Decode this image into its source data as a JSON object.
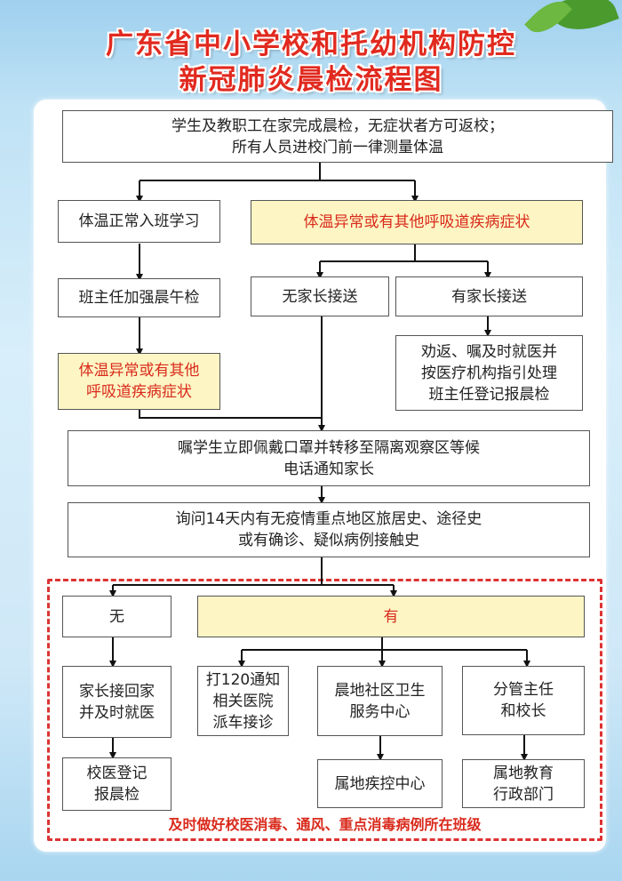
{
  "title": {
    "line1": "广东省中小学校和托幼机构防控",
    "line2": "新冠肺炎晨检流程图"
  },
  "steps": {
    "start": "学生及教职工在家完成晨检，无症状者方可返校；\n所有人员进校门前一律测量体温",
    "normal": "体温正常入班学习",
    "abnormal": "体温异常或有其他呼吸道疾病症状",
    "teacher_check": "班主任加强晨午检",
    "no_parent": "无家长接送",
    "has_parent": "有家长接送",
    "abnormal_later": "体温异常或有其他\n呼吸道疾病症状",
    "advise": "劝返、嘱及时就医并\n按医疗机构指引处理\n班主任登记报晨检",
    "isolate": "嘱学生立即佩戴口罩并转移至隔离观察区等候\n电话通知家长",
    "inquire": "询问14天内有无疫情重点地区旅居史、途径史\n或有确诊、疑似病例接触史",
    "none": "无",
    "yes": "有",
    "parent_home": "家长接回家\n并及时就医",
    "doctor_register": "校医登记\n报晨检",
    "call_120": "打120通知\n相关医院\n派车接诊",
    "community": "晨地社区卫生\n服务中心",
    "director": "分管主任\n和校长",
    "cdc": "属地疾控中心",
    "edu_dept": "属地教育\n行政部门"
  },
  "footer_note": "及时做好校医消毒、通风、重点消毒病例所在班级"
}
